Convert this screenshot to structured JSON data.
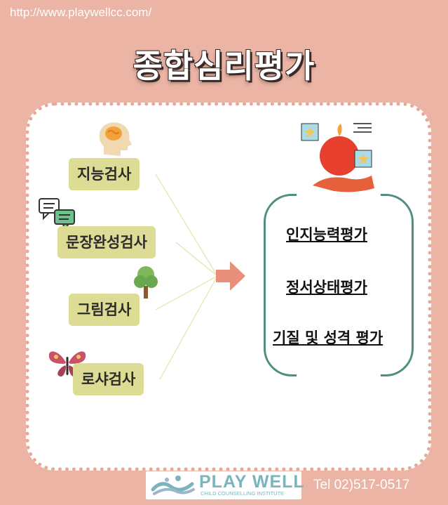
{
  "url_text": "http://www.playwellcc.com/",
  "title": "종합심리평가",
  "tests": [
    "지능검사",
    "문장완성검사",
    "그림검사",
    "로샤검사"
  ],
  "evaluations": [
    "인지능력평가",
    "정서상태평가",
    "기질 및 성격 평가"
  ],
  "footer": {
    "logo_name": "PLAY WELL",
    "logo_subtitle": "CHILD COUNSELLING INSTITUTE",
    "tel": "Tel 02)517-0517"
  },
  "icons": {
    "test_0": "head-brain-icon",
    "test_1": "speech-bubbles-icon",
    "test_2": "tree-icon",
    "test_3": "butterfly-icon",
    "eval": "apple-in-hand-icon",
    "arrow": "arrow-right-icon"
  },
  "colors": {
    "background": "#ebb4a4",
    "test_box": "#dcdc94",
    "bracket": "#4f8f83",
    "arrow": "#e8907a",
    "logo": "#7ab5bd"
  }
}
